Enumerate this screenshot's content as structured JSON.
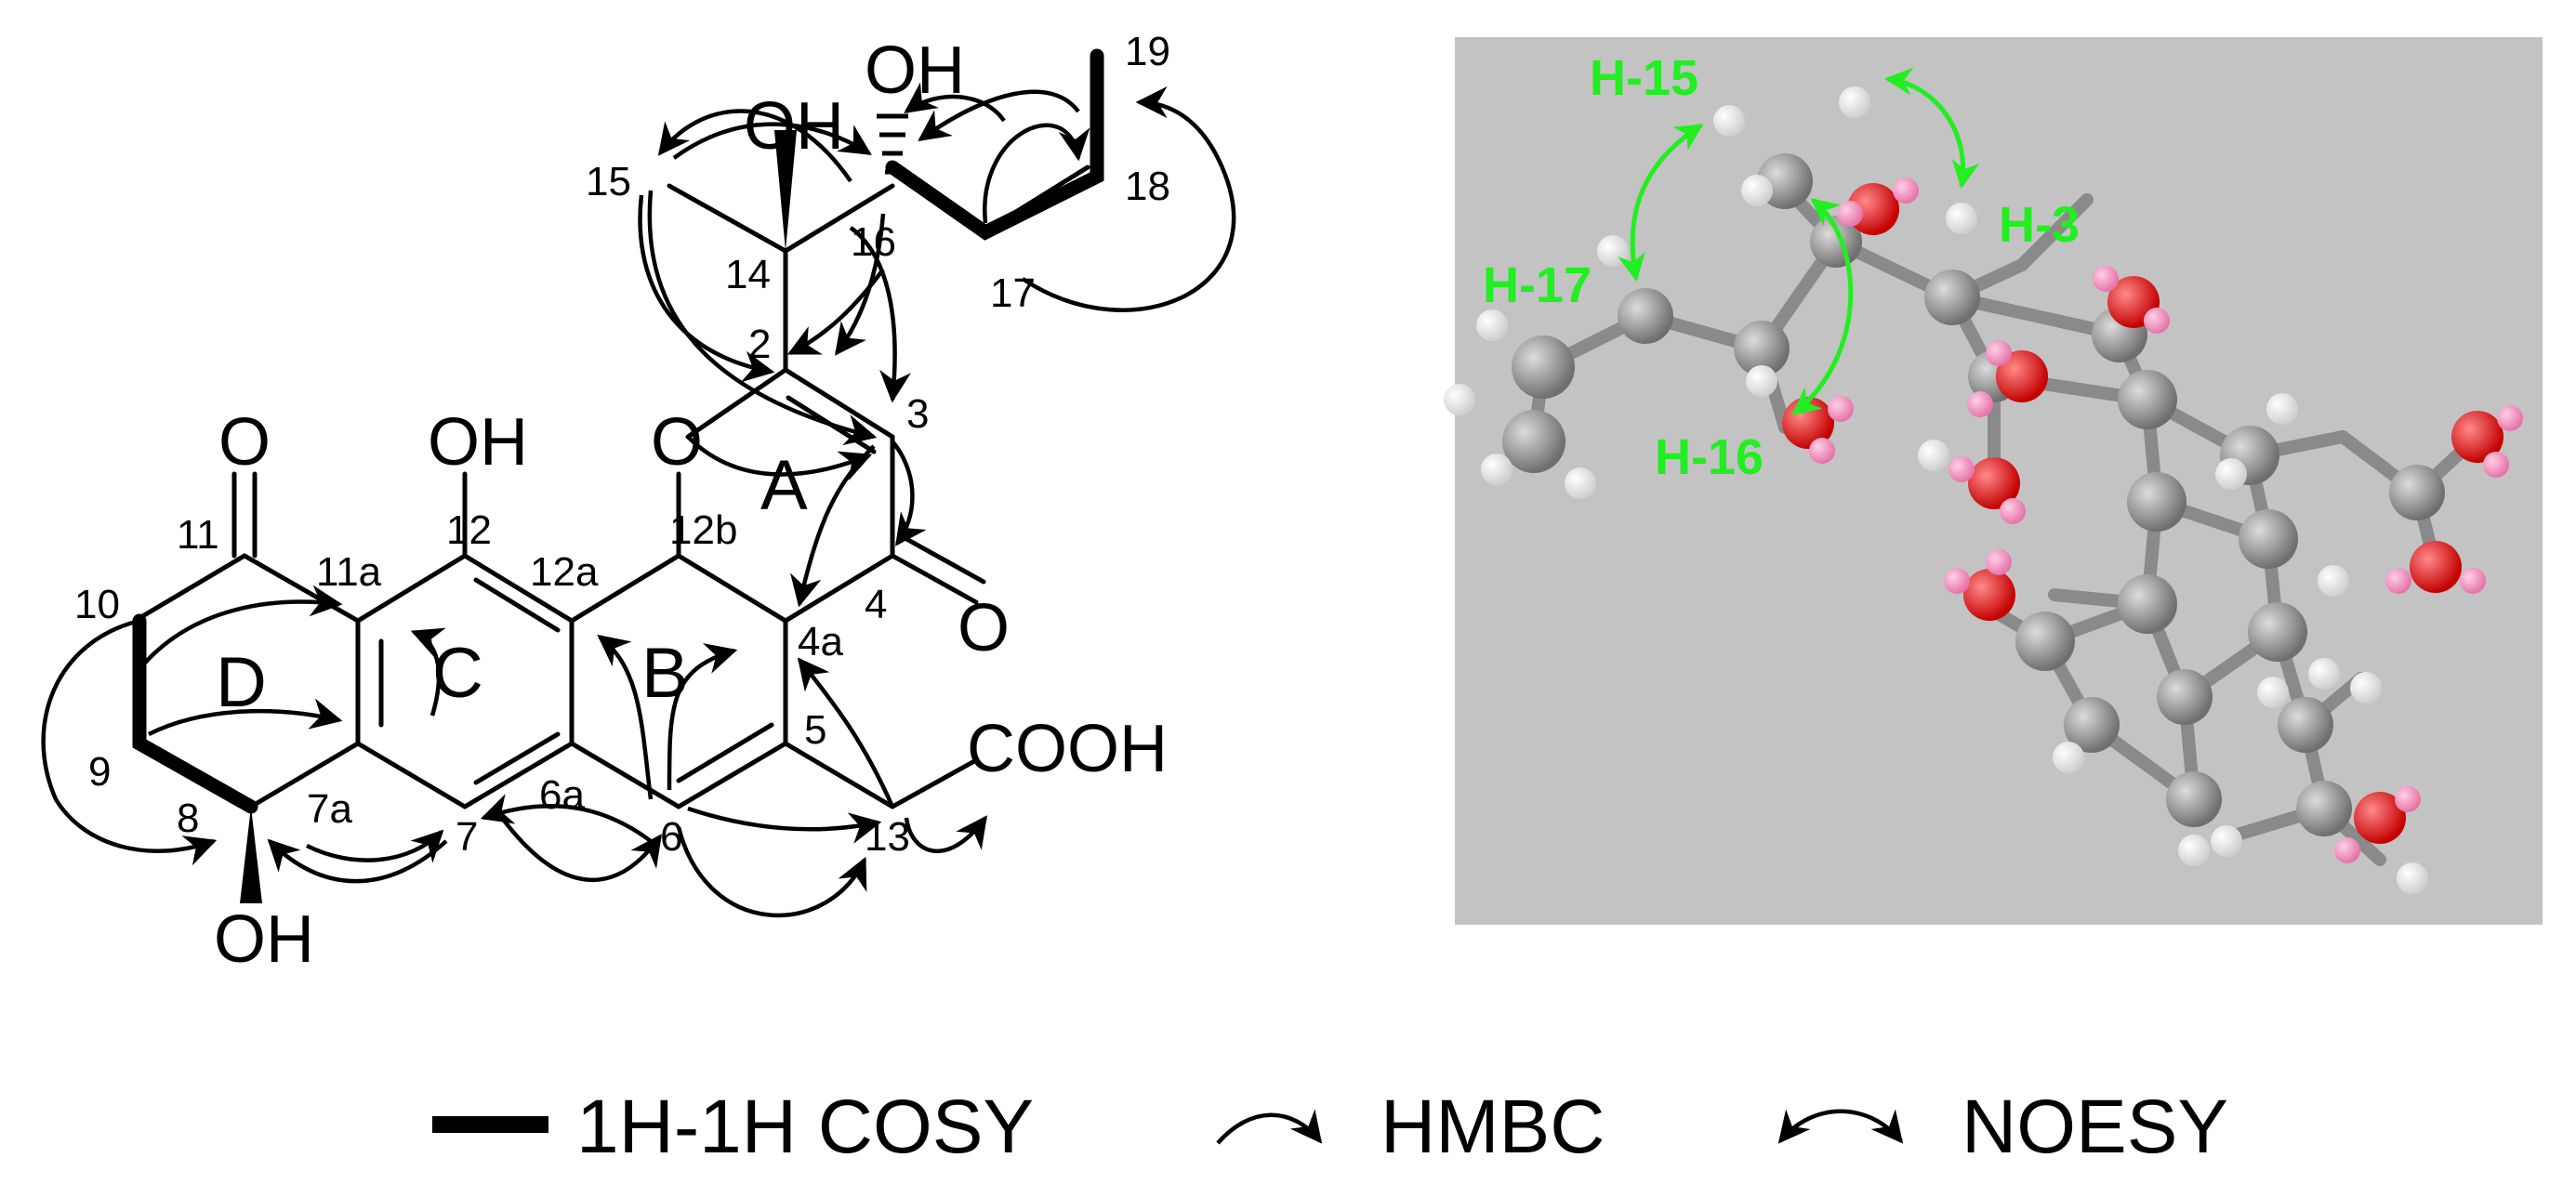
{
  "colors": {
    "panel_bg": "#c3c3c3",
    "noesy_green": "#22ee22",
    "carbon": "#8a8a8a",
    "oxygen": "#ee1111",
    "hydrogen": "#f4f4f4",
    "hydroxyl_h": "#f59ac6"
  },
  "structure": {
    "atom_labels": {
      "oh_16": "OH",
      "oh_14": "OH",
      "oh_12": "OH",
      "oh_8": "OH",
      "o_11": "O",
      "o_ring": "O",
      "o_4": "O",
      "cooh": "COOH"
    },
    "positions": {
      "p19": "19",
      "p15": "15",
      "p18": "18",
      "p14": "14",
      "p16": "16",
      "p17": "17",
      "p2": "2",
      "p3": "3",
      "p12": "12",
      "p11": "11",
      "p11a": "11a",
      "p12a": "12a",
      "p12b": "12b",
      "p4": "4",
      "p4a": "4a",
      "p10": "10",
      "p5": "5",
      "p9": "9",
      "p8": "8",
      "p7a": "7a",
      "p7": "7",
      "p6a": "6a",
      "p6": "6",
      "p13": "13"
    },
    "rings": {
      "A": "A",
      "B": "B",
      "C": "C",
      "D": "D"
    }
  },
  "model3d": {
    "labels": {
      "h15": "H-15",
      "h3": "H-3",
      "h17": "H-17",
      "h16": "H-16"
    }
  },
  "legend": {
    "cosy": "1H-1H COSY",
    "hmbc": "HMBC",
    "noesy": "NOESY"
  }
}
